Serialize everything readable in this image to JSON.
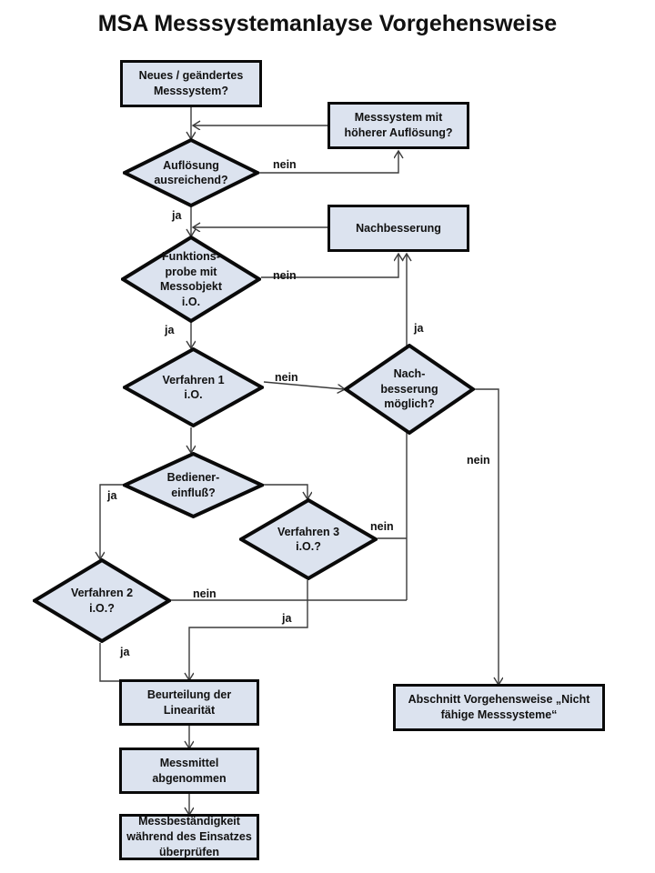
{
  "title": "MSA Messsystemanlayse  Vorgehensweise",
  "colors": {
    "node_fill": "#dce3ef",
    "node_border": "#0a0a0a",
    "edge": "#3b3b3b",
    "text": "#111111",
    "background": "#ffffff"
  },
  "nodes": {
    "start": {
      "label": "Neues / geändertes\nMesssystem?",
      "shape": "process"
    },
    "higher_resolution": {
      "label": "Messsystem mit\nhöherer Auflösung?",
      "shape": "process"
    },
    "resolution_sufficient": {
      "label": "Auflösung\nausreichend?",
      "shape": "decision"
    },
    "rework": {
      "label": "Nachbesserung",
      "shape": "process"
    },
    "function_test": {
      "label": "Funktions-\nprobe mit\nMessobjekt\ni.O.",
      "shape": "decision"
    },
    "method1": {
      "label": "Verfahren 1\ni.O.",
      "shape": "decision"
    },
    "rework_possible": {
      "label": "Nach-\nbesserung\nmöglich?",
      "shape": "decision"
    },
    "operator_influence": {
      "label": "Bediener-\neinfluß?",
      "shape": "decision"
    },
    "method3": {
      "label": "Verfahren 3\ni.O.?",
      "shape": "decision"
    },
    "method2": {
      "label": "Verfahren 2\ni.O.?",
      "shape": "decision"
    },
    "linearity": {
      "label": "Beurteilung der\nLinearität",
      "shape": "process"
    },
    "accepted": {
      "label": "Messmittel\nabgenommen",
      "shape": "process"
    },
    "stability": {
      "label": "Messbeständigkeit\nwährend des Einsatzes\nüberprüfen",
      "shape": "process"
    },
    "not_capable": {
      "label": "Abschnitt Vorgehensweise „Nicht\nfähige Messsysteme“",
      "shape": "process"
    }
  },
  "edge_labels": {
    "resolution_no": "nein",
    "resolution_yes": "ja",
    "function_no": "nein",
    "function_yes": "ja",
    "method1_no": "nein",
    "rework_possible_yes": "ja",
    "rework_possible_no": "nein",
    "operator_yes": "ja",
    "method3_no": "nein",
    "method3_yes": "ja",
    "method2_no": "nein",
    "method2_yes": "ja"
  }
}
